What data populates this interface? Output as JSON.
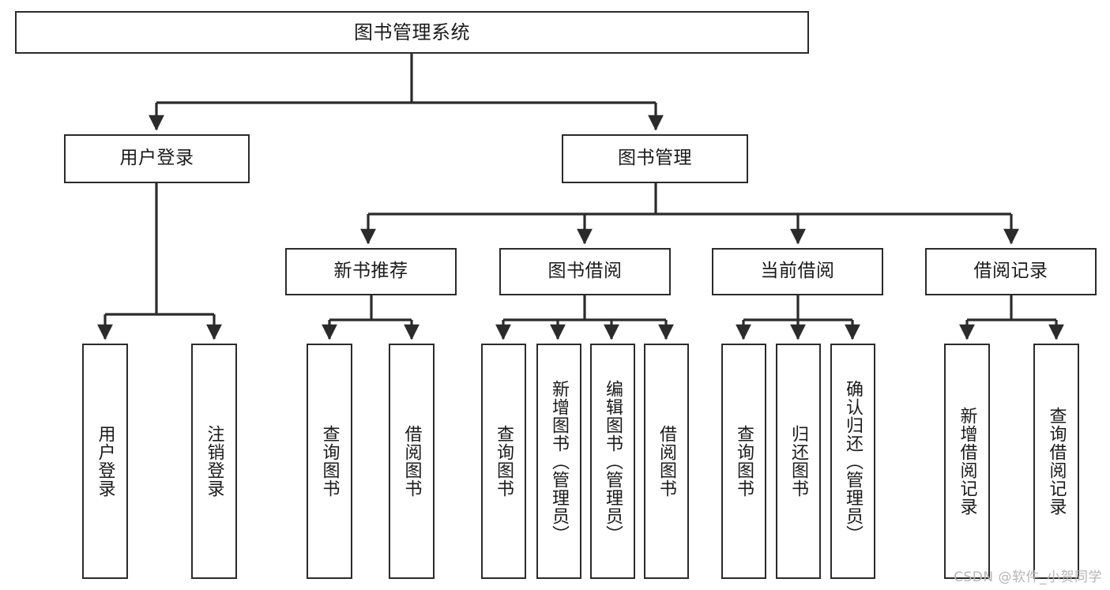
{
  "diagram": {
    "title": "图书管理系统",
    "type": "tree-hierarchy-diagram",
    "colors": {
      "box_border": "#2b2b2b",
      "box_fill": "#ffffff",
      "edge": "#2b2b2b",
      "text": "#1a1a1a",
      "watermark": "#b6b6b6",
      "background": "#ffffff"
    }
  },
  "root": {
    "label": "图书管理系统"
  },
  "level2": [
    {
      "label": "用户登录"
    },
    {
      "label": "图书管理"
    }
  ],
  "level3": [
    {
      "label": "新书推荐"
    },
    {
      "label": "图书借阅"
    },
    {
      "label": "当前借阅"
    },
    {
      "label": "借阅记录"
    }
  ],
  "leaves": {
    "user_login": [
      {
        "label": "用户登录"
      },
      {
        "label": "注销登录"
      }
    ],
    "new_book_recommend": [
      {
        "label": "查询图书"
      },
      {
        "label": "借阅图书"
      }
    ],
    "book_borrow": [
      {
        "label": "查询图书"
      },
      {
        "label": "新增图书（管理员）"
      },
      {
        "label": "编辑图书（管理员）"
      },
      {
        "label": "借阅图书"
      }
    ],
    "current_borrow": [
      {
        "label": "查询图书"
      },
      {
        "label": "归还图书"
      },
      {
        "label": "确认归还（管理员）"
      }
    ],
    "borrow_record": [
      {
        "label": "新增借阅记录"
      },
      {
        "label": "查询借阅记录"
      }
    ]
  },
  "watermark": {
    "text": "CSDN @软件_小贺同学"
  }
}
